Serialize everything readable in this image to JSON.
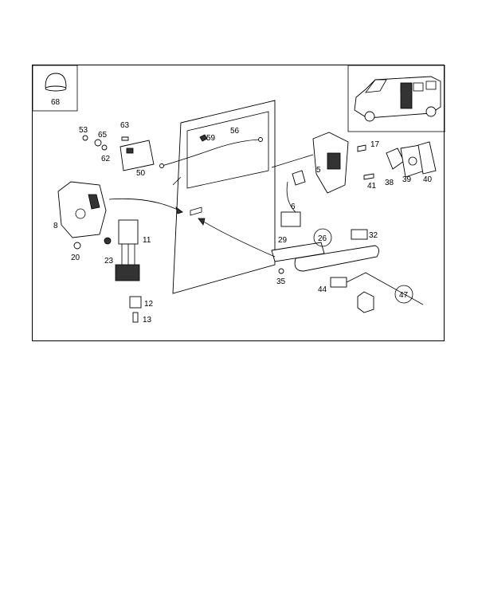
{
  "diagram": {
    "inset_part_label": "68",
    "callouts": {
      "p5": "5",
      "p6": "6",
      "p8": "8",
      "p11": "11",
      "p12": "12",
      "p13": "13",
      "p17": "17",
      "p20": "20",
      "p23": "23",
      "p26": "26",
      "p29": "29",
      "p32": "32",
      "p35": "35",
      "p38": "38",
      "p39": "39",
      "p40": "40",
      "p41": "41",
      "p44": "44",
      "p47": "47",
      "p50": "50",
      "p53": "53",
      "p56": "56",
      "p59": "59",
      "p62": "62",
      "p63": "63",
      "p65": "65"
    }
  }
}
